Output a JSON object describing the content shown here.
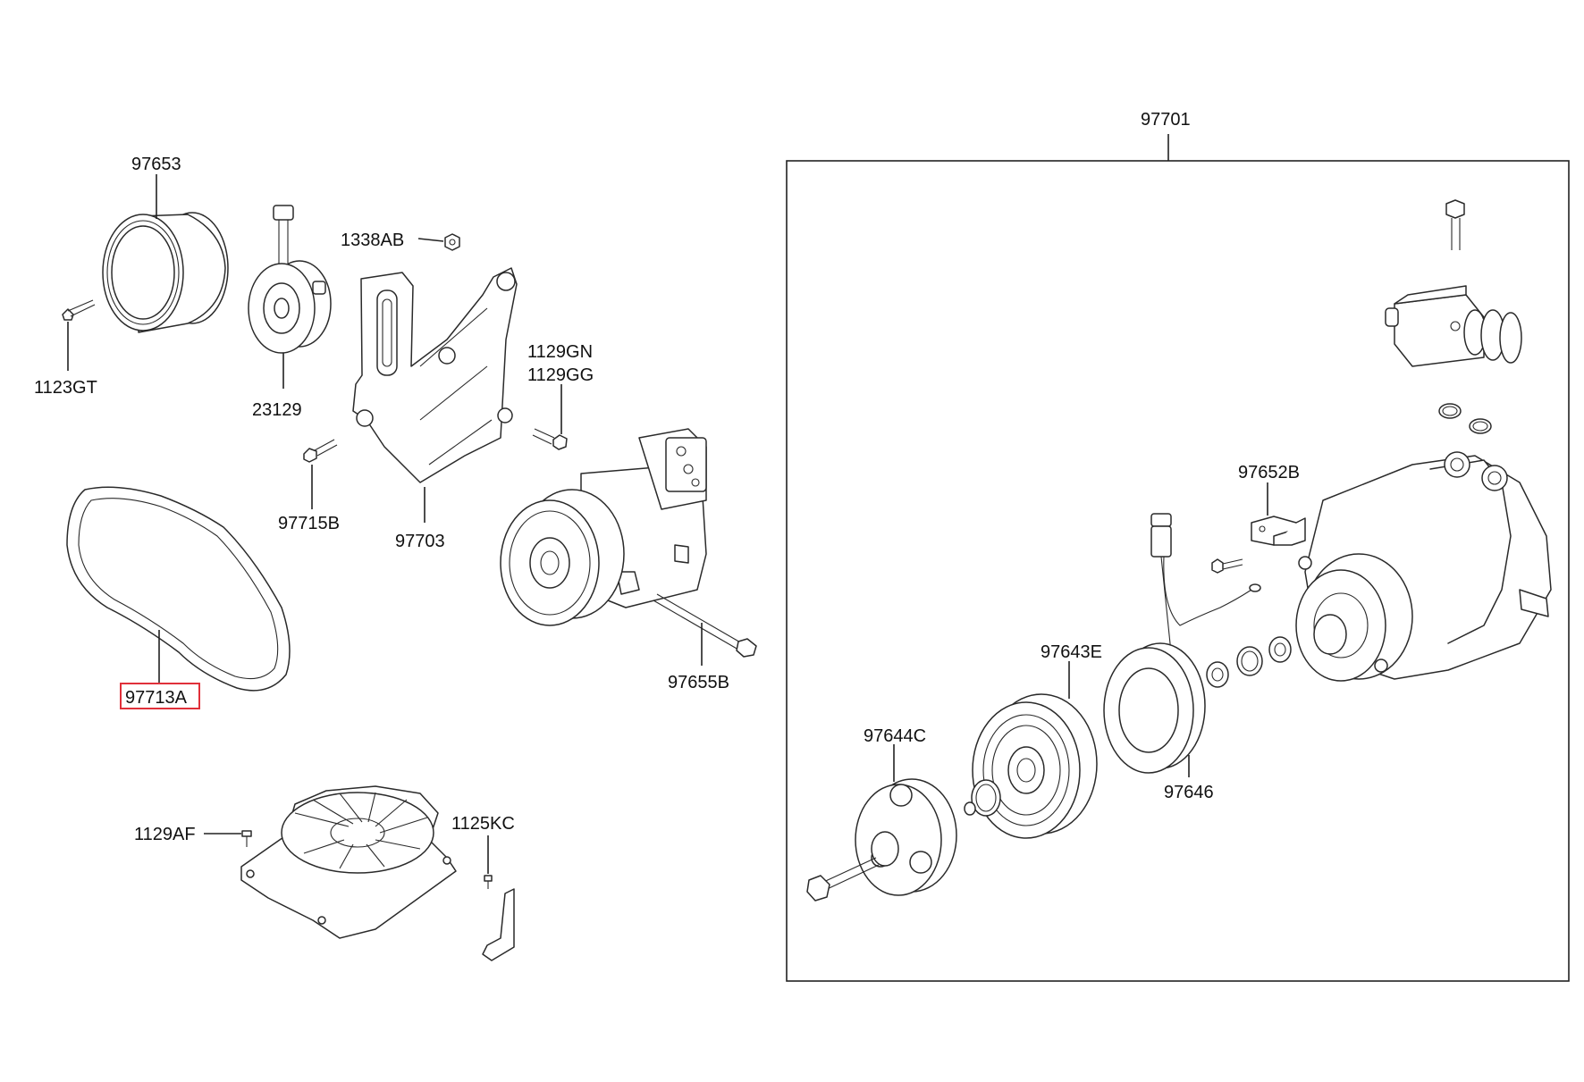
{
  "diagram": {
    "labels": {
      "p97653": "97653",
      "p23129": "23129",
      "p1123GT": "1123GT",
      "p1338AB": "1338AB",
      "p1129GN": "1129GN",
      "p1129GG": "1129GG",
      "p97715B": "97715B",
      "p97703": "97703",
      "p97713A": "97713A",
      "p97655B": "97655B",
      "p1129AF": "1129AF",
      "p1125KC": "1125KC",
      "p97701": "97701",
      "p97652B": "97652B",
      "p97643E": "97643E",
      "p97644C": "97644C",
      "p97646": "97646"
    },
    "colors": {
      "highlight": "#e0303a",
      "line": "#222222"
    }
  }
}
